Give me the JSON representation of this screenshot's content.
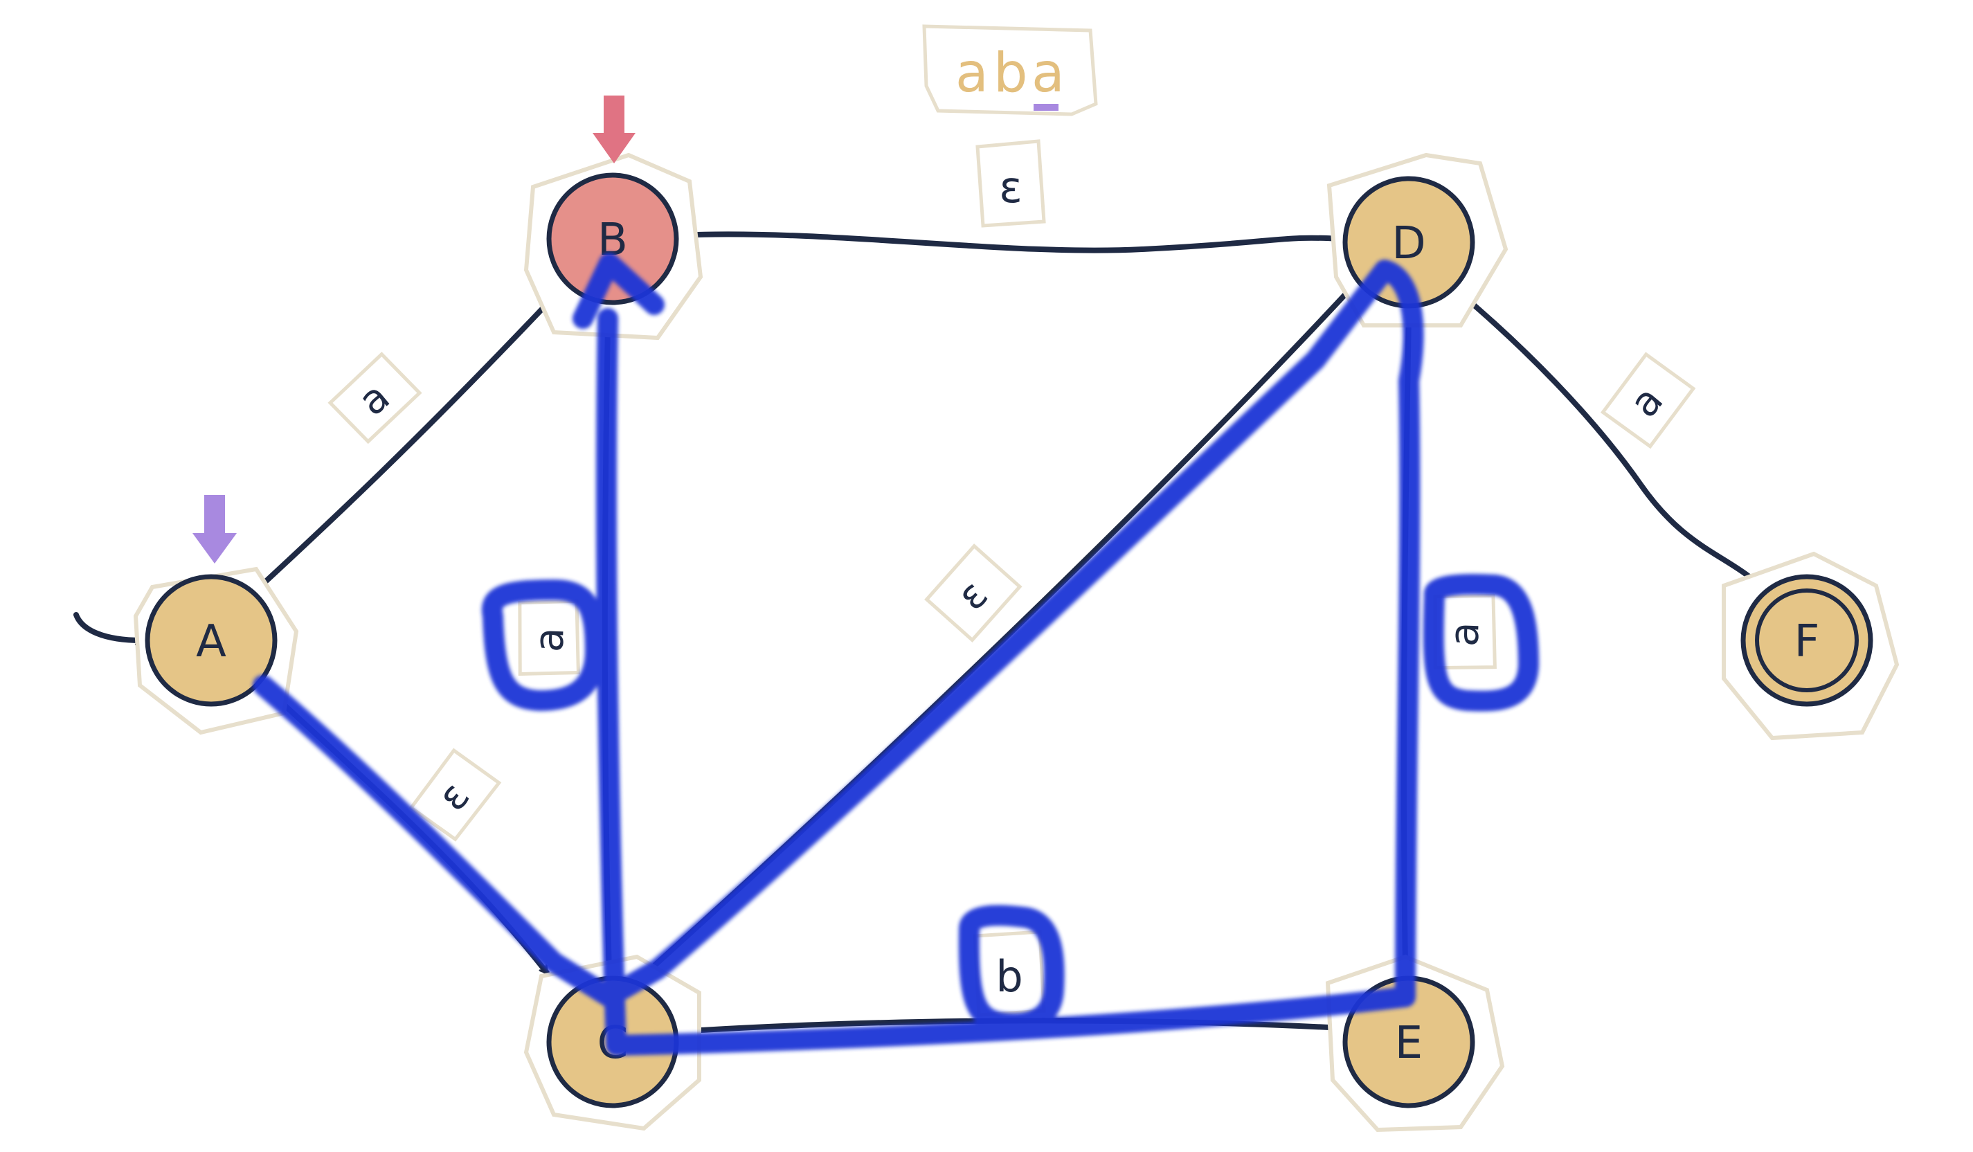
{
  "input": {
    "characters": [
      "a",
      "b",
      "a"
    ],
    "current_index": 2,
    "text_color": "#e3bf7e",
    "cursor_color": "#a889e0"
  },
  "states": [
    {
      "id": "A",
      "label": "A",
      "initial": true,
      "accepting": false,
      "active": false
    },
    {
      "id": "B",
      "label": "B",
      "initial": false,
      "accepting": false,
      "active": true
    },
    {
      "id": "C",
      "label": "C",
      "initial": false,
      "accepting": false,
      "active": false
    },
    {
      "id": "D",
      "label": "D",
      "initial": false,
      "accepting": false,
      "active": false
    },
    {
      "id": "E",
      "label": "E",
      "initial": false,
      "accepting": false,
      "active": false
    },
    {
      "id": "F",
      "label": "F",
      "initial": false,
      "accepting": true,
      "active": false
    }
  ],
  "transitions": [
    {
      "from": "A",
      "to": "B",
      "symbol": "a"
    },
    {
      "from": "A",
      "to": "C",
      "symbol": "ε"
    },
    {
      "from": "C",
      "to": "B",
      "symbol": "a"
    },
    {
      "from": "B",
      "to": "D",
      "symbol": "ε"
    },
    {
      "from": "C",
      "to": "D",
      "symbol": "ε"
    },
    {
      "from": "D",
      "to": "E",
      "symbol": "a"
    },
    {
      "from": "E",
      "to": "C",
      "symbol": "b"
    },
    {
      "from": "D",
      "to": "F",
      "symbol": "a"
    }
  ],
  "markers": {
    "active_state_arrow": "B",
    "previous_state_arrow": "A"
  },
  "colors": {
    "state_fill": "#e5c587",
    "active_state_fill": "#e5908a",
    "edge_stroke": "#1f2a44",
    "label_card": "#ffffff",
    "card_shadow": "#e7dfcc",
    "highlight_stroke": "#1f34d6",
    "active_arrow": "#e07383",
    "previous_arrow": "#a889e0"
  }
}
